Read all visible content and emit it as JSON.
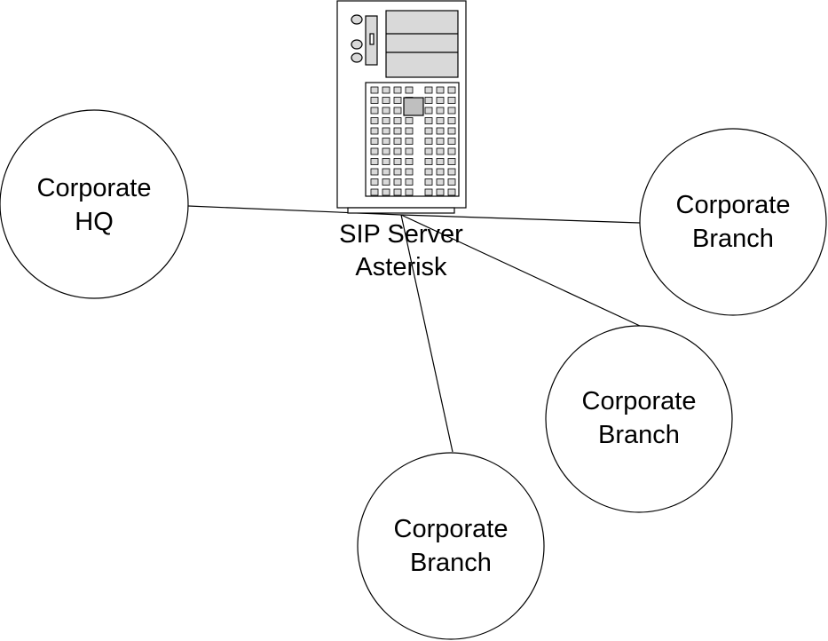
{
  "diagram": {
    "server": {
      "label_line1": "SIP Server",
      "label_line2": "Asterisk",
      "icon": "server-tower-icon"
    },
    "nodes": [
      {
        "id": "hq",
        "line1": "Corporate",
        "line2": "HQ"
      },
      {
        "id": "branch-right",
        "line1": "Corporate",
        "line2": "Branch"
      },
      {
        "id": "branch-middle",
        "line1": "Corporate",
        "line2": "Branch"
      },
      {
        "id": "branch-bottom",
        "line1": "Corporate",
        "line2": "Branch"
      }
    ],
    "connections": [
      {
        "from": "server",
        "to": "hq"
      },
      {
        "from": "server",
        "to": "branch-right"
      },
      {
        "from": "server",
        "to": "branch-middle"
      },
      {
        "from": "server",
        "to": "branch-bottom"
      }
    ],
    "colors": {
      "stroke": "#000000",
      "background": "#ffffff",
      "server_fill": "#d9d9d9"
    }
  }
}
